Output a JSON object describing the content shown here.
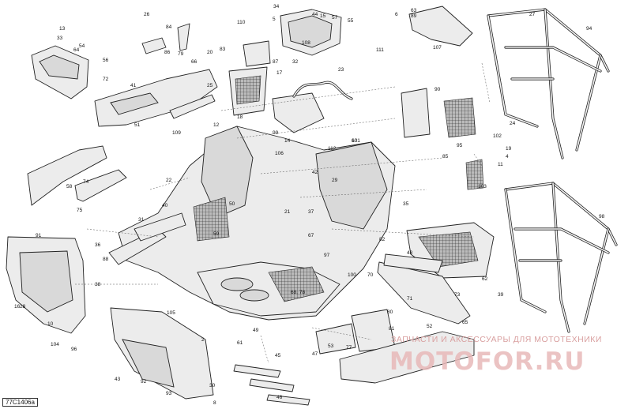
{
  "figure_code": "77C1406a",
  "watermark": {
    "text": "ЗАПЧАСТИ И АКСЕССУАРЫ ДЛЯ МОТОТЕХНИКИ",
    "logo": "MOTOFOR.RU"
  },
  "callouts": [
    "2",
    "4",
    "5",
    "6",
    "8",
    "10",
    "11",
    "12",
    "13",
    "14",
    "15",
    "16",
    "17",
    "18",
    "19",
    "20",
    "21",
    "22",
    "23",
    "24",
    "25",
    "26",
    "27",
    "28",
    "29",
    "30",
    "31",
    "32",
    "33",
    "34",
    "35",
    "36",
    "37",
    "38",
    "39",
    "40",
    "41",
    "42",
    "43",
    "44",
    "45",
    "46",
    "47",
    "48",
    "49",
    "50",
    "51",
    "52",
    "53",
    "54",
    "55",
    "56",
    "57",
    "58",
    "59",
    "60",
    "61",
    "62",
    "63",
    "64",
    "65",
    "66",
    "67",
    "68, 78",
    "70",
    "71",
    "72",
    "73",
    "74",
    "75",
    "77",
    "79",
    "80",
    "81",
    "82",
    "83",
    "84",
    "85",
    "86",
    "87",
    "88",
    "89",
    "90",
    "91",
    "92",
    "93",
    "94",
    "95",
    "96",
    "97",
    "98",
    "99",
    "100",
    "101",
    "102",
    "103",
    "104",
    "105",
    "106",
    "107",
    "108",
    "109",
    "110",
    "111",
    "112"
  ]
}
